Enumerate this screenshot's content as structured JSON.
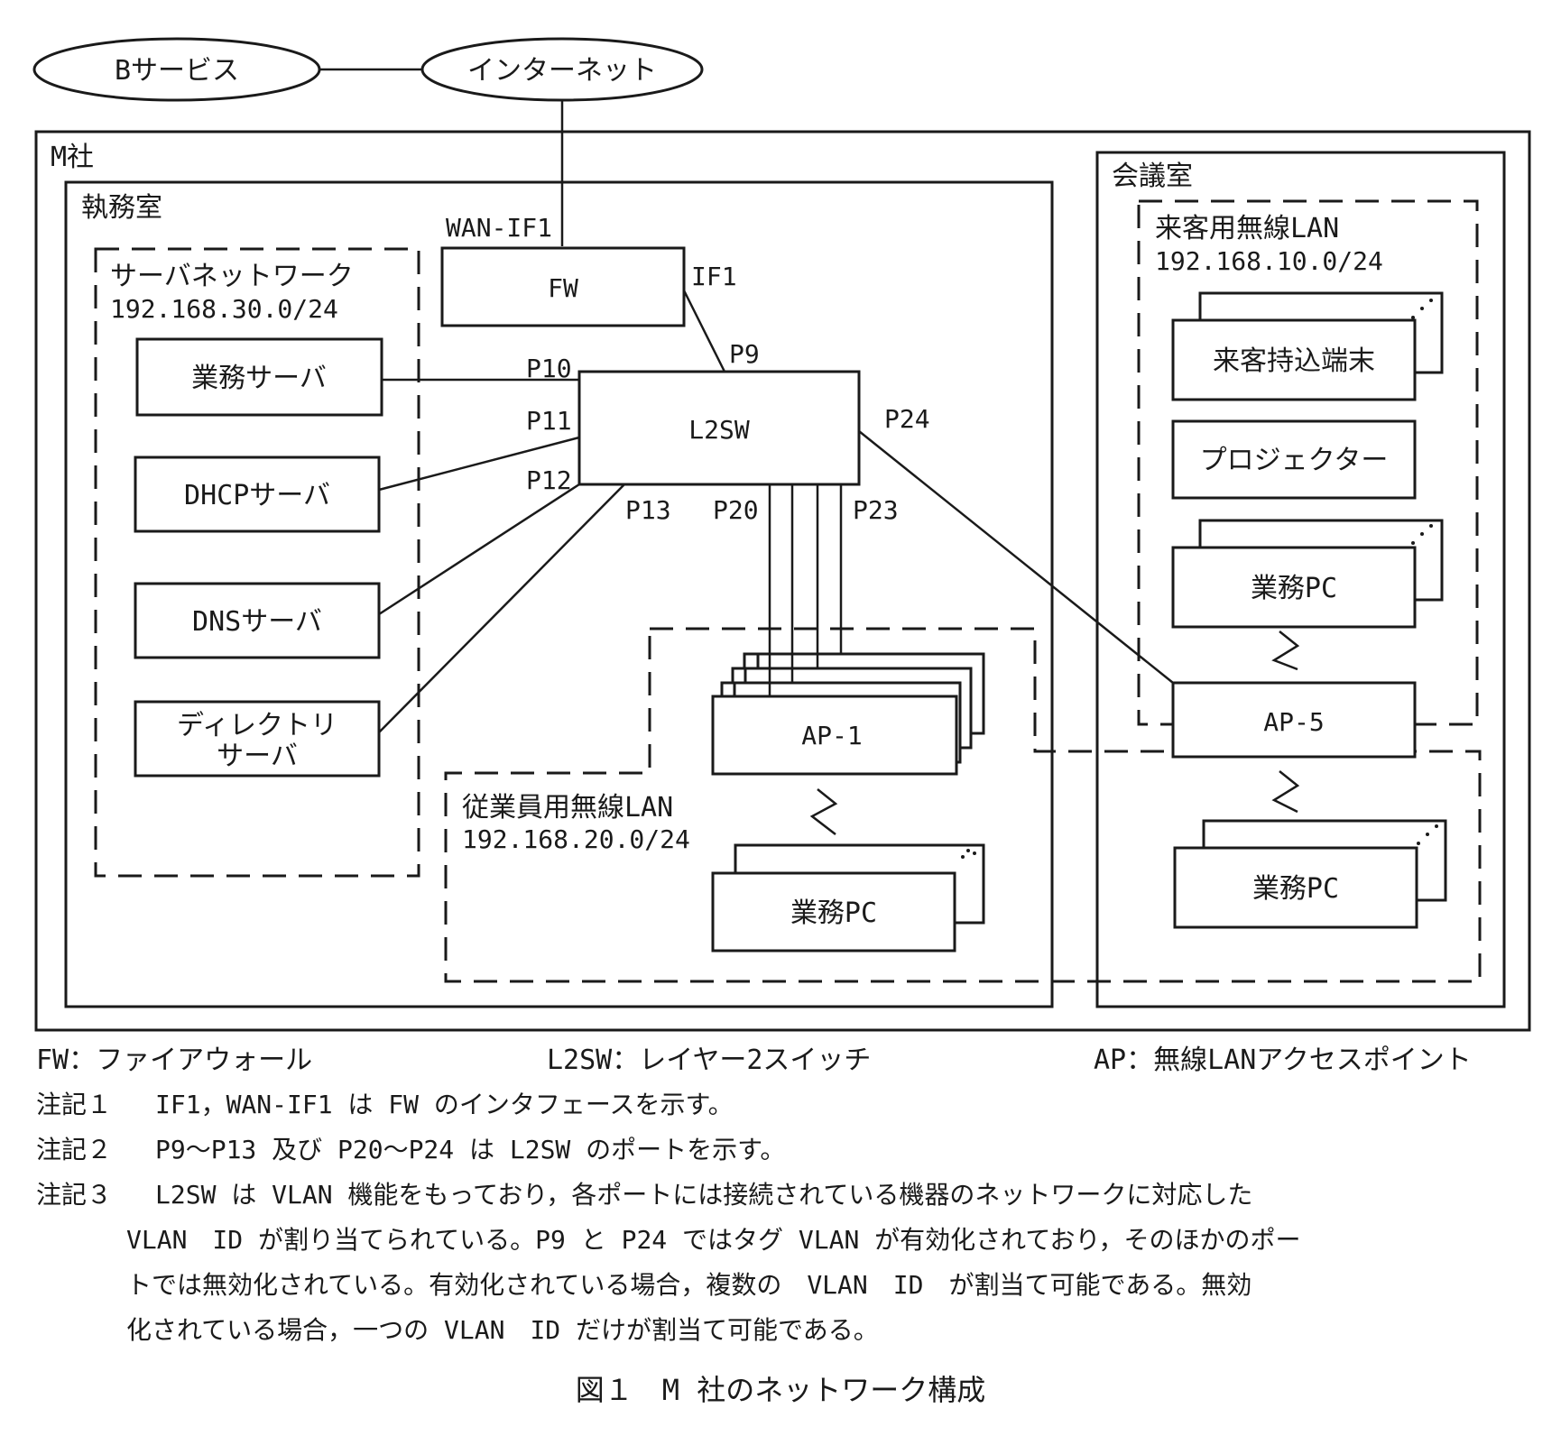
{
  "clouds": {
    "b_service": "Bサービス",
    "internet": "インターネット"
  },
  "zones": {
    "company": "M社",
    "office": "執務室",
    "meeting_room": "会議室"
  },
  "networks": {
    "server": {
      "name": "サーバネットワーク",
      "subnet": "192.168.30.0/24"
    },
    "guest": {
      "name": "来客用無線LAN",
      "subnet": "192.168.10.0/24"
    },
    "employee": {
      "name": "従業員用無線LAN",
      "subnet": "192.168.20.0/24"
    }
  },
  "devices": {
    "fw": "FW",
    "l2sw": "L2SW",
    "business_server": "業務サーバ",
    "dhcp_server": "DHCPサーバ",
    "dns_server": "DNSサーバ",
    "directory_server_line1": "ディレクトリ",
    "directory_server_line2": "サーバ",
    "ap1": "AP-1",
    "ap5": "AP-5",
    "business_pc_office": "業務PC",
    "guest_device": "来客持込端末",
    "projector": "プロジェクター",
    "business_pc_meeting_upper": "業務PC",
    "business_pc_meeting_lower": "業務PC"
  },
  "interfaces": {
    "wan_if1": "WAN-IF1",
    "if1": "IF1"
  },
  "ports": {
    "p9": "P9",
    "p10": "P10",
    "p11": "P11",
    "p12": "P12",
    "p13": "P13",
    "p20": "P20",
    "p23": "P23",
    "p24": "P24"
  },
  "legend": {
    "fw": "FW：ファイアウォール",
    "l2sw": "L2SW：レイヤー2スイッチ",
    "ap": "AP：無線LANアクセスポイント"
  },
  "notes": [
    {
      "tag": "注記１",
      "lines": [
        "IF1，WAN-IF1 は FW のインタフェースを示す。"
      ]
    },
    {
      "tag": "注記２",
      "lines": [
        "P9～P13 及び P20～P24 は L2SW のポートを示す。"
      ]
    },
    {
      "tag": "注記３",
      "lines": [
        "L2SW は VLAN 機能をもっており，各ポートには接続されている機器のネットワークに対応した",
        "VLAN　ID が割り当てられている。P9 と P24 ではタグ VLAN が有効化されており，そのほかのポー",
        "トでは無効化されている。有効化されている場合，複数の　VLAN　ID　が割当て可能である。無効",
        "化されている場合，一つの VLAN　ID だけが割当て可能である。"
      ]
    }
  ],
  "caption": "図１　M 社のネットワーク構成"
}
